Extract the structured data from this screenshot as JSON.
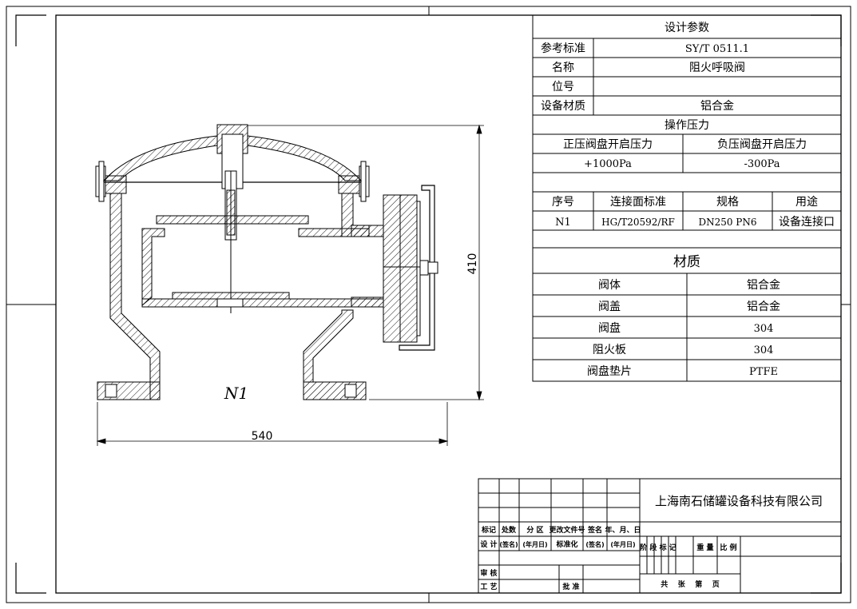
{
  "design_params": {
    "title": "设计参数",
    "rows": [
      {
        "label": "参考标准",
        "value": "SY/T 0511.1"
      },
      {
        "label": "名称",
        "value": "阻火呼吸阀"
      },
      {
        "label": "位号",
        "value": ""
      },
      {
        "label": "设备材质",
        "value": "铝合金"
      }
    ],
    "pressure": {
      "title": "操作压力",
      "positive_label": "正压阀盘开启压力",
      "negative_label": "负压阀盘开启压力",
      "positive_value": "+1000Pa",
      "negative_value": "-300Pa"
    }
  },
  "nozzles": {
    "headers": [
      "序号",
      "连接面标准",
      "规格",
      "用途"
    ],
    "rows": [
      {
        "no": "N1",
        "standard": "HG/T20592/RF",
        "spec": "DN250 PN6",
        "use": "设备连接口"
      }
    ]
  },
  "materials": {
    "title": "材质",
    "rows": [
      {
        "part": "阀体",
        "material": "铝合金"
      },
      {
        "part": "阀盖",
        "material": "铝合金"
      },
      {
        "part": "阀盘",
        "material": "304"
      },
      {
        "part": "阻火板",
        "material": "304"
      },
      {
        "part": "阀盘垫片",
        "material": "PTFE"
      }
    ]
  },
  "drawing": {
    "nozzle_label": "N1",
    "dim_width": "540",
    "dim_height": "410"
  },
  "title_block": {
    "company": "上海南石储罐设备科技有限公司",
    "rev_headers": [
      "标记",
      "处数",
      "分 区",
      "更改文件号",
      "签名",
      "年、月、日"
    ],
    "design_row": [
      "设 计",
      "(签名)",
      "(年月日)",
      "标准化",
      "(签名)",
      "(年月日)"
    ],
    "stage_headers": [
      "阶 段 标 记",
      "重 量",
      "比 例"
    ],
    "review_label": "审 核",
    "process_label": "工 艺",
    "approve_label": "批 准",
    "sheet_text": "共    张    第    页"
  }
}
